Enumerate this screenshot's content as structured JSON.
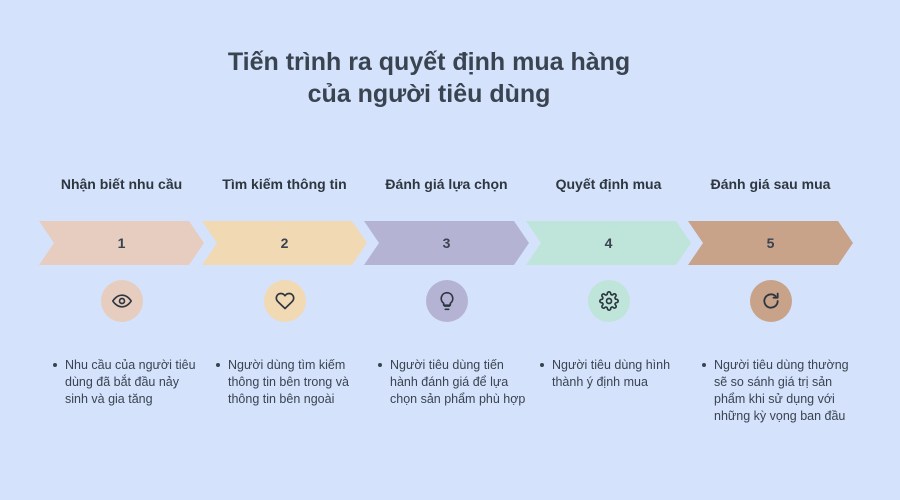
{
  "title": {
    "line1": "Tiến trình ra quyết định mua hàng",
    "line2": "của người tiêu dùng"
  },
  "steps": [
    {
      "heading": "Nhận biết nhu cầu",
      "number": "1",
      "description": "Nhu cầu của người tiêu dùng đã bắt đầu nảy sinh và gia tăng",
      "icon": "eye-icon",
      "color": "#e6cdbf"
    },
    {
      "heading": "Tìm kiếm thông tin",
      "number": "2",
      "description": "Người dùng tìm kiếm thông tin bên trong và thông tin bên ngoài",
      "icon": "heart-icon",
      "color": "#f1d9b3"
    },
    {
      "heading": "Đánh giá lựa chọn",
      "number": "3",
      "description": "Người tiêu dùng tiến hành đánh giá để lựa chọn sản phẩm phù hợp",
      "icon": "lightbulb-icon",
      "color": "#b5b3d4"
    },
    {
      "heading": "Quyết định mua",
      "number": "4",
      "description": "Người tiêu dùng hình thành ý định mua",
      "icon": "gear-icon",
      "color": "#bfe4da"
    },
    {
      "heading": "Đánh giá sau mua",
      "number": "5",
      "description": "Người tiêu dùng thường sẽ so sánh giá trị sản phẩm khi sử dụng với những kỳ vọng ban đầu",
      "icon": "refresh-icon",
      "color": "#c9a28a"
    }
  ]
}
